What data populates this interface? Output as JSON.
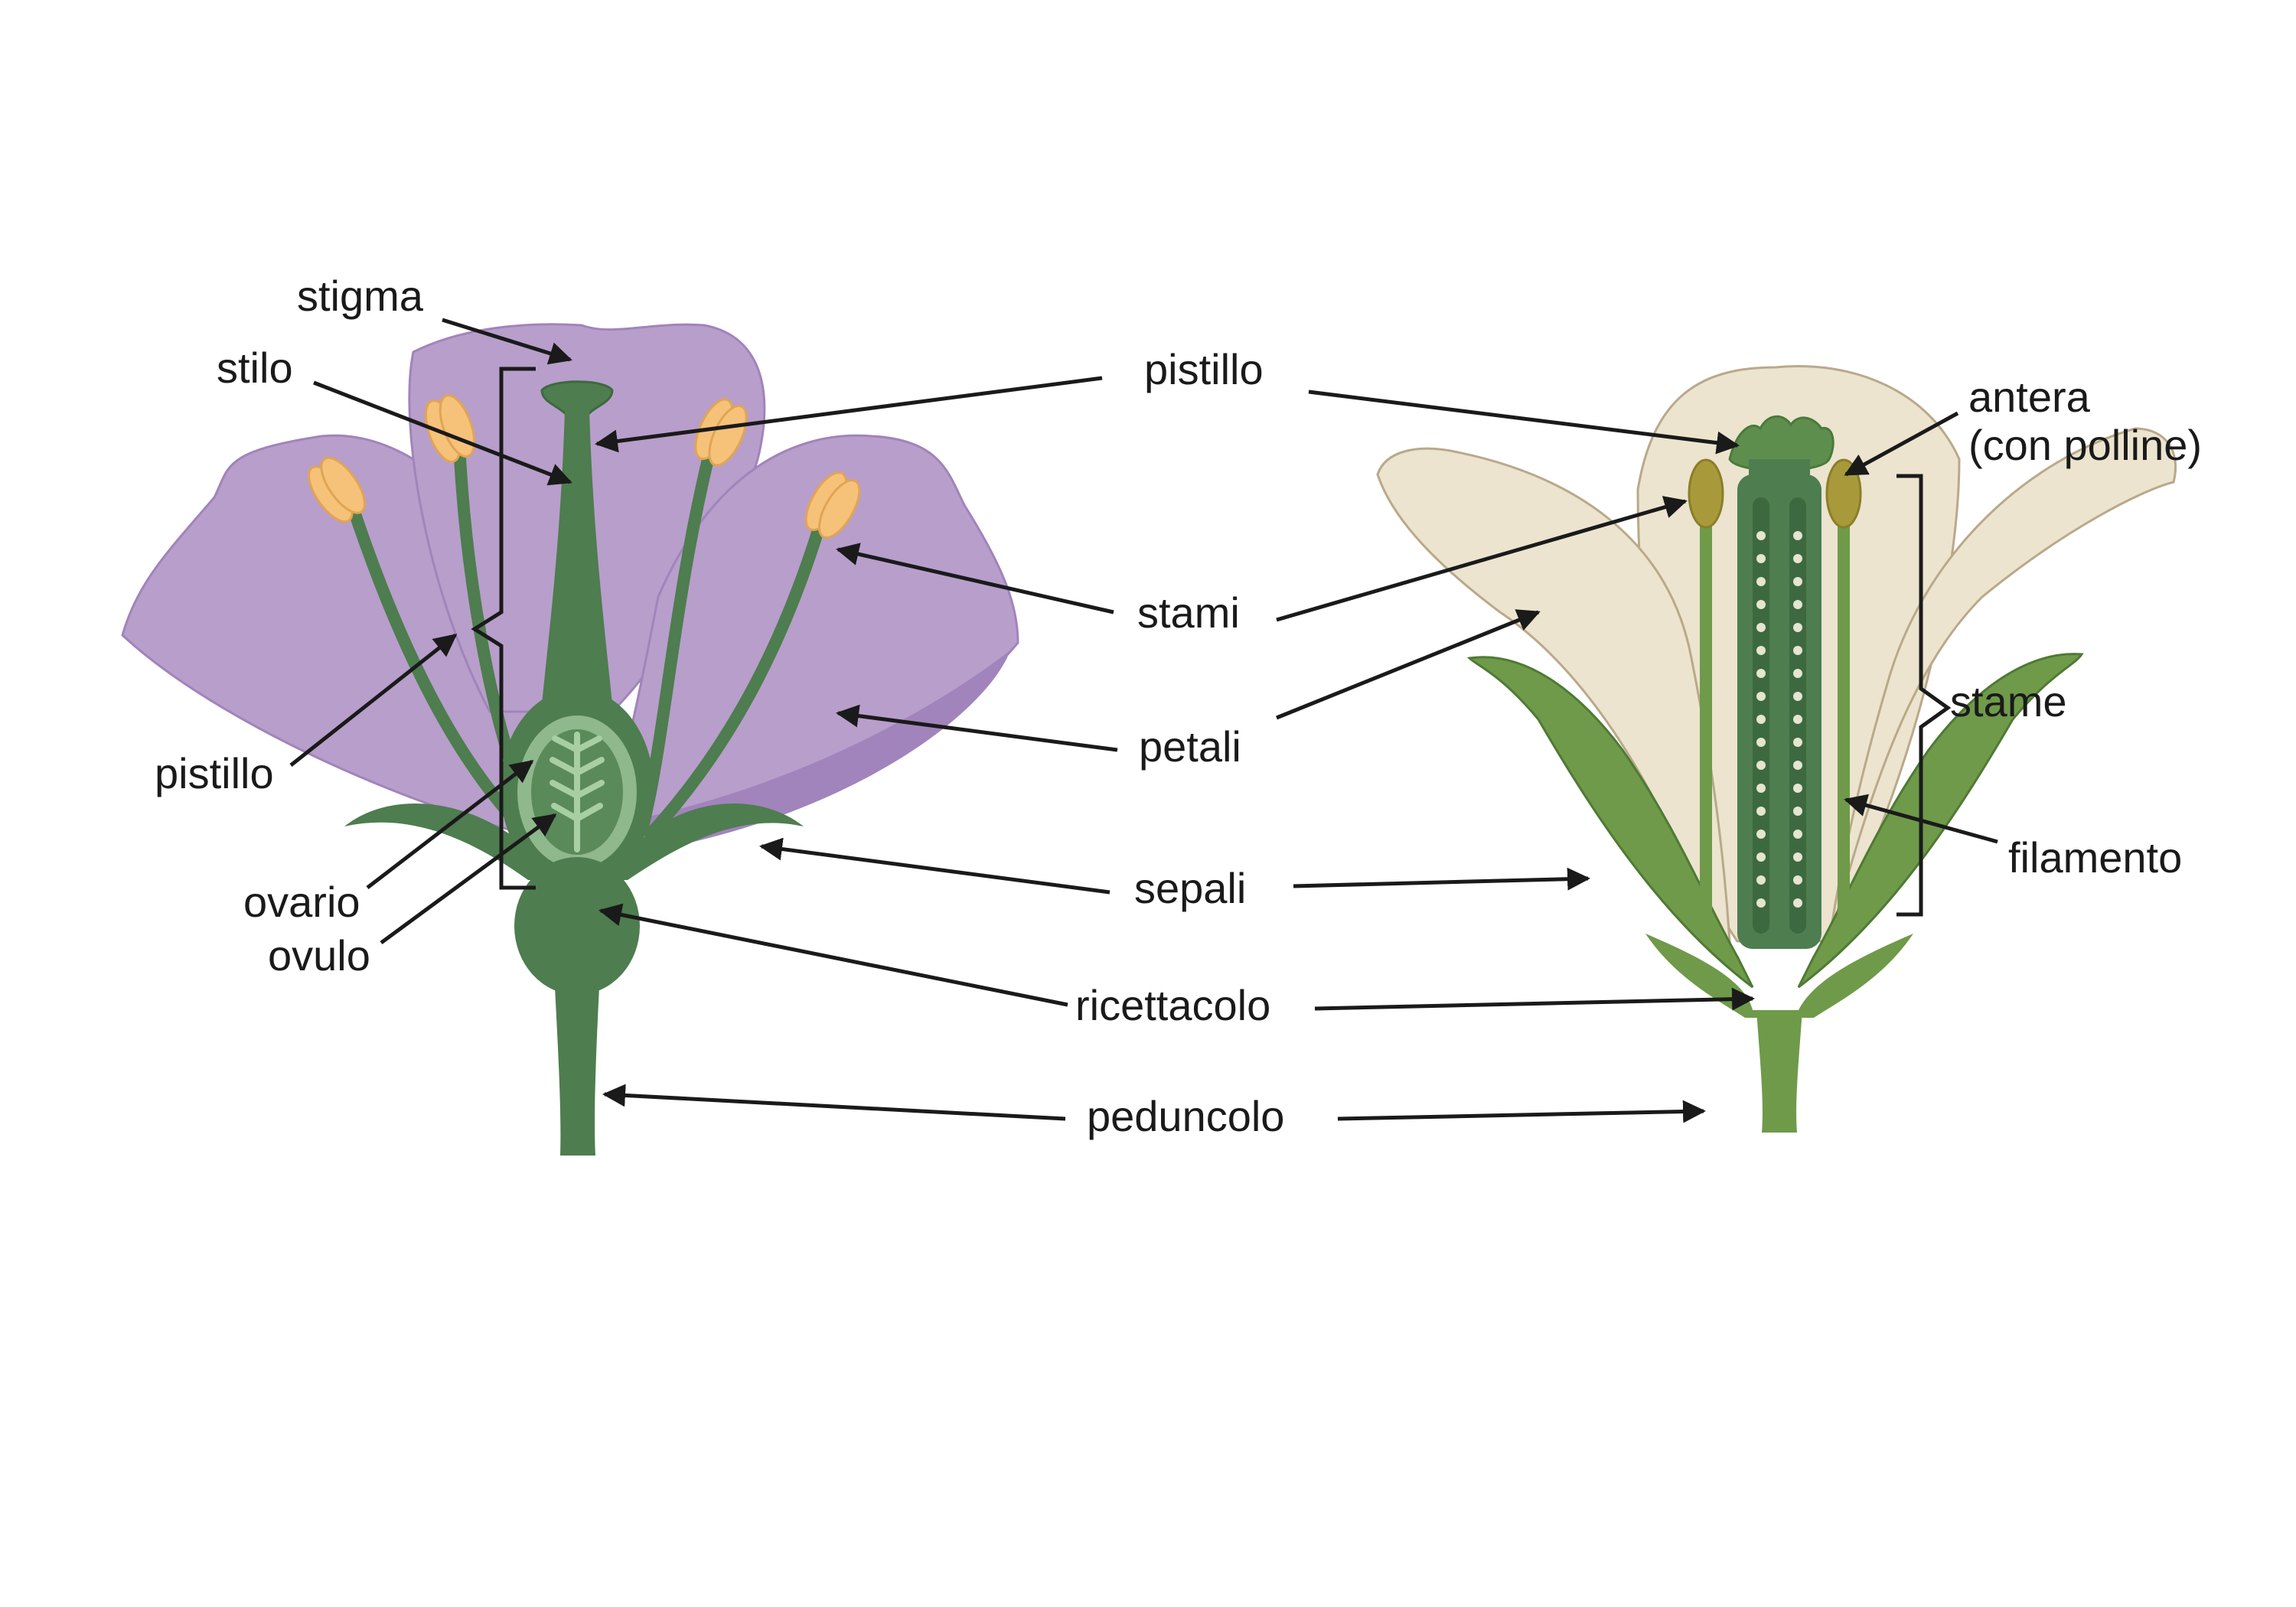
{
  "labels": {
    "left": {
      "stigma": "stigma",
      "stilo": "stilo",
      "pistillo_bracket": "pistillo",
      "ovario": "ovario",
      "ovulo": "ovulo"
    },
    "center": {
      "pistillo": "pistillo",
      "stami": "stami",
      "petali": "petali",
      "sepali": "sepali",
      "ricettacolo": "ricettacolo",
      "peduncolo": "peduncolo"
    },
    "right": {
      "antera_line1": "antera",
      "antera_line2": "(con polline)",
      "stame": "stame",
      "filamento": "filamento"
    }
  },
  "colors": {
    "petal_purple": "#b89ecb",
    "petal_purple_dark": "#a184bb",
    "stem_green": "#4e7d4f",
    "stem_green_dark": "#3d6940",
    "ovary_light": "#8fb88c",
    "anther_orange": "#f6c27a",
    "petal_cream": "#ece4cf",
    "petal_cream_edge": "#b9a98a",
    "sepal_green": "#6f9a4a",
    "anther_olive": "#a89a3a",
    "arrow_black": "#1a1a1a"
  }
}
